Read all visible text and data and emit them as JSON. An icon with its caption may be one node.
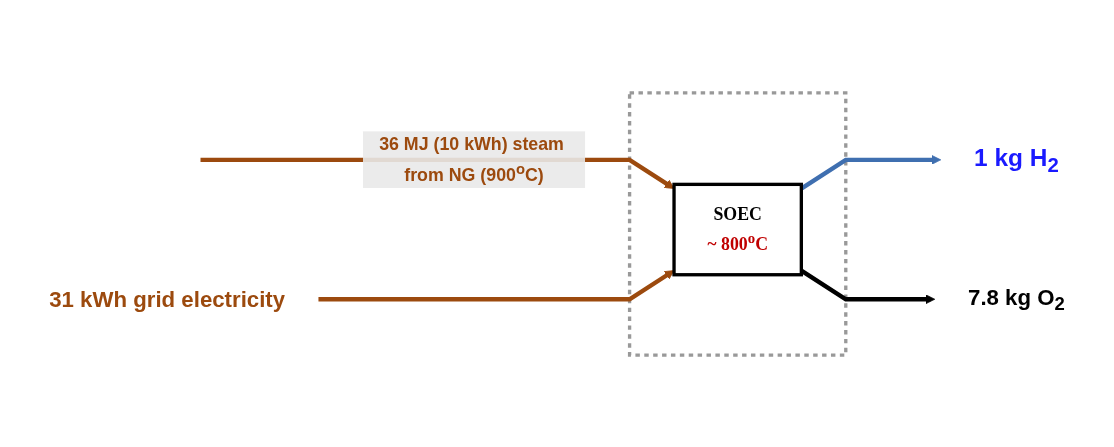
{
  "diagram": {
    "nodes": [
      {
        "text": [],
        "shape": "box"
      },
      {
        "text": [
          "SOEC",
          "~ 800$^{o}$C"
        ],
        "in": 0
      },
      {
        "text": [
          "1 kg H$_{2}$"
        ]
      },
      {
        "text": [
          "7.8 kg O$_{2}$"
        ]
      },
      {
        "text": [
          "31 kWh grid electricity"
        ]
      }
    ],
    "edges": [
      {
        "from": null,
        "to": 1,
        "arrow": "to",
        "label": "36 MJ (10 kWh) steam from NG (900$^{o}$C)",
        "color": "#9c4a0e"
      },
      {
        "from": 1,
        "to": 2,
        "arrow": "to",
        "color": "#3f6fb0"
      },
      {
        "from": 1,
        "to": 3,
        "arrow": "to",
        "color": "#000000"
      },
      {
        "from": 4,
        "to": 1,
        "arrow": "to",
        "color": "#9c4a0e"
      }
    ]
  }
}
